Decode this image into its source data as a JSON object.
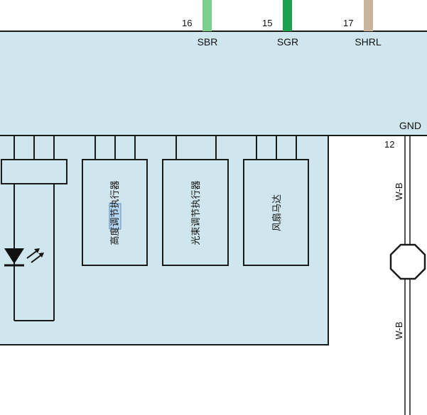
{
  "connector_pins": [
    {
      "pin": "16",
      "signal": "SBR",
      "wire_color": "#7ccf8b"
    },
    {
      "pin": "15",
      "signal": "SGR",
      "wire_color": "#1fa050"
    },
    {
      "pin": "17",
      "signal": "SHRL",
      "wire_color": "#c8b39b"
    }
  ],
  "ground": {
    "label": "GND",
    "pin": "12",
    "wire_code_top": "W-B",
    "wire_code_bottom": "W-B"
  },
  "actuators": [
    {
      "label": "高度调节执行器",
      "highlight": "调节"
    },
    {
      "label": "光束调节执行器"
    },
    {
      "label": "风扇马达"
    }
  ],
  "colors": {
    "module_fill": "#cfe6ee",
    "line": "#1a1a1a",
    "highlight_fill": "#b7d6f2"
  }
}
